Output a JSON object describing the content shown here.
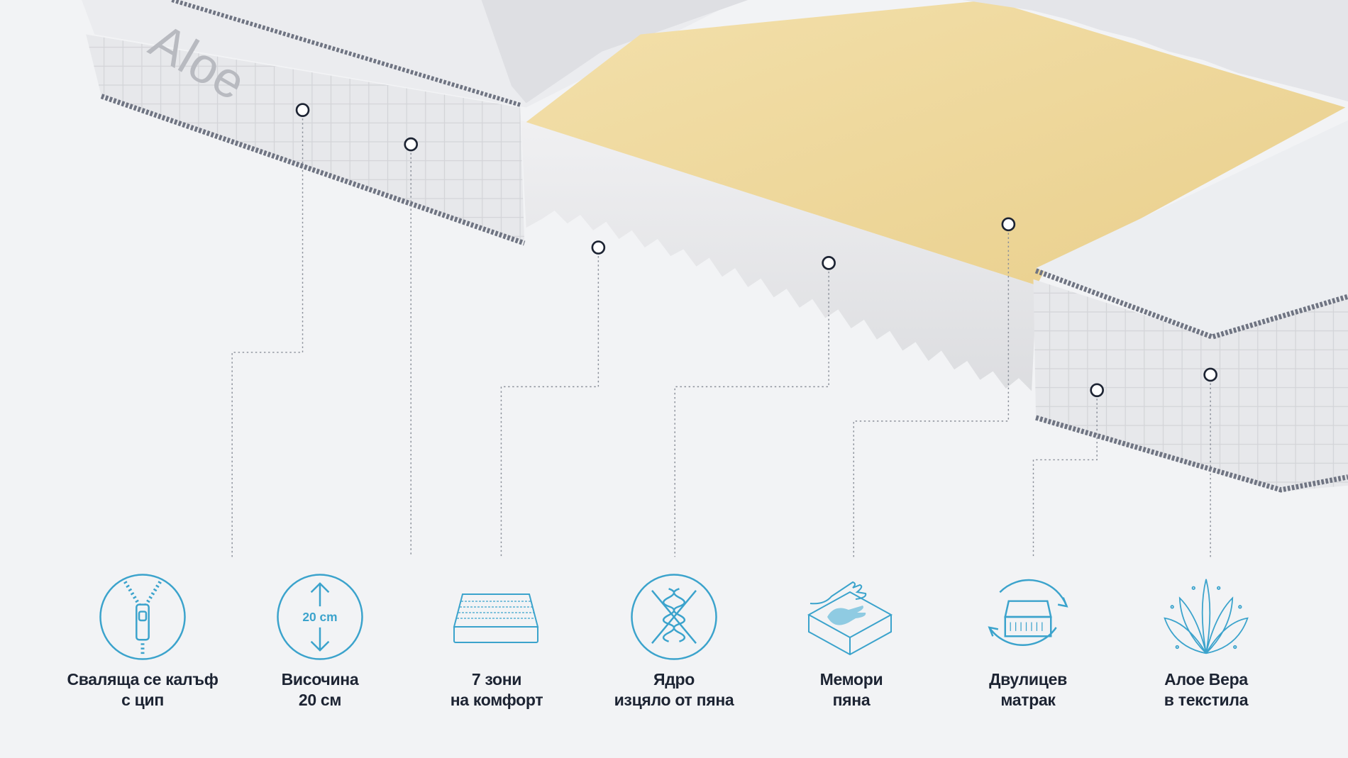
{
  "colors": {
    "accent": "#3ba3cc",
    "text": "#1d2433",
    "background": "#f2f3f5",
    "memory_foam": "#efd9a0"
  },
  "features": [
    {
      "id": "removable-cover",
      "icon": "zipper-icon",
      "line1": "Сваляща се калъф",
      "line2": "с цип"
    },
    {
      "id": "height",
      "icon": "height-arrows-icon",
      "icon_text": "20 cm",
      "line1": "Височина",
      "line2": "20 см"
    },
    {
      "id": "zones",
      "icon": "mattress-zones-icon",
      "line1": "7 зони",
      "line2": "на комфорт"
    },
    {
      "id": "foam-core",
      "icon": "no-springs-icon",
      "line1": "Ядро",
      "line2": "изцяло от пяна"
    },
    {
      "id": "memory-foam",
      "icon": "hand-imprint-icon",
      "line1": "Мемори",
      "line2": "пяна"
    },
    {
      "id": "two-sided",
      "icon": "flip-mattress-icon",
      "line1": "Двулицев",
      "line2": "матрак"
    },
    {
      "id": "aloe-vera",
      "icon": "aloe-plant-icon",
      "line1": "Алое Вера",
      "line2": "в текстила"
    }
  ]
}
